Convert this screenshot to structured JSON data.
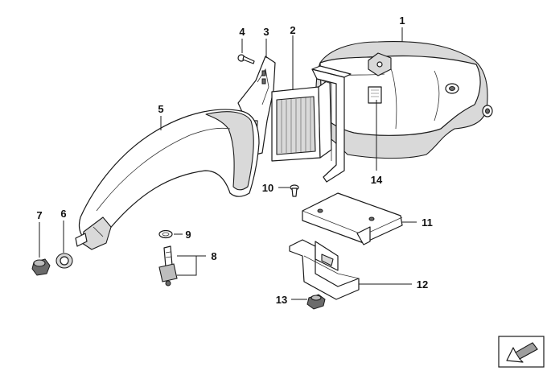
{
  "callouts": {
    "c1": "1",
    "c2": "2",
    "c3": "3",
    "c4": "4",
    "c5": "5",
    "c6": "6",
    "c7": "7",
    "c8": "8",
    "c9": "9",
    "c10": "10",
    "c11": "11",
    "c12": "12",
    "c13": "13",
    "c14": "14"
  },
  "nav_arrow": {
    "icon": "diagonal-arrow-icon"
  }
}
